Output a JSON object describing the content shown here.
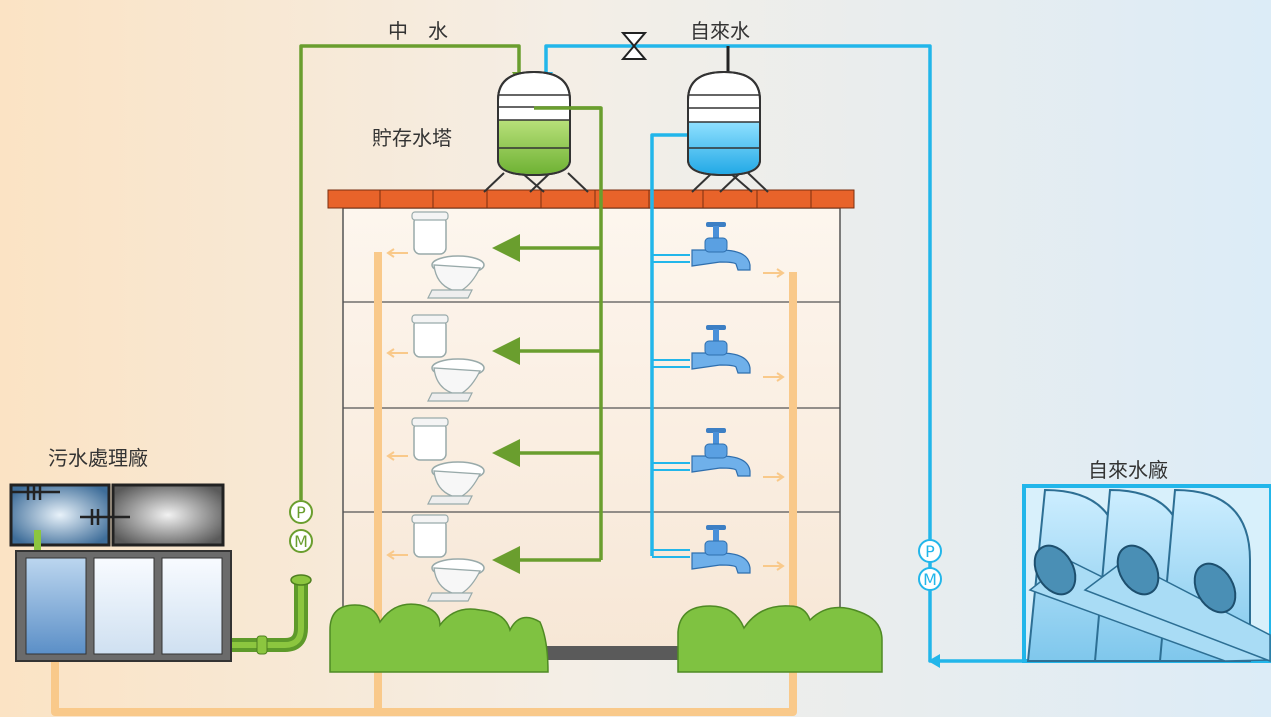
{
  "labels": {
    "reclaimed_water": "中　水",
    "tap_water": "自來水",
    "storage_tower": "貯存水塔",
    "sewage_plant": "污水處理廠",
    "waterworks": "自來水廠"
  },
  "meter_symbols": {
    "pump": "P",
    "meter": "M"
  },
  "colors": {
    "reclaimed": "#6a9e2e",
    "tap": "#22b6ea",
    "wastewater": "#f9c98a",
    "roof": "#e8632a",
    "hedge": "#7fc241"
  },
  "floors": 4
}
